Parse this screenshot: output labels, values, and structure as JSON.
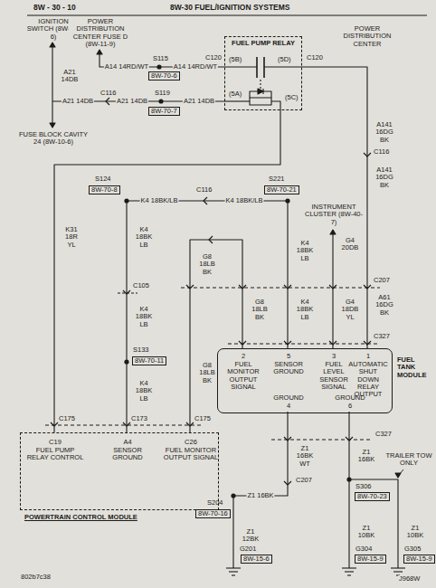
{
  "diagram": {
    "title": "8W-30 FUEL/IGNITION SYSTEMS",
    "nodes": [
      {
        "text": [
          "FUEL PUMP RELAY"
        ]
      },
      {
        "text": [
          "8W-70-6"
        ]
      },
      {
        "text": [
          "8W-70-7"
        ]
      },
      {
        "text": [
          "8W-70-8"
        ]
      },
      {
        "text": [
          "8W-70-21"
        ]
      },
      {
        "text": [
          "8W-70-11"
        ]
      },
      {
        "text": [
          "FUEL TANK MODULE",
          "2",
          "FUEL MONITOR OUTPUT SIGNAL",
          "5",
          "SENSOR GROUND",
          "3",
          "FUEL LEVEL SENSOR SIGNAL",
          "1",
          "AUTOMATIC SHUT DOWN RELAY OUTPUT",
          "GROUND",
          "4",
          "GROUND",
          "6"
        ]
      },
      {
        "text": [
          "POWERTRAIN CONTROL MODULE",
          "C19",
          "FUEL PUMP RELAY CONTROL",
          "A4",
          "SENSOR GROUND",
          "C26",
          "FUEL MONITOR OUTPUT SIGNAL"
        ]
      },
      {
        "text": [
          "8W-70-16"
        ]
      },
      {
        "text": [
          "8W-70-23"
        ]
      },
      {
        "text": [
          "8W-15-6"
        ]
      },
      {
        "text": [
          "8W-15-9"
        ]
      },
      {
        "text": [
          "8W-15-9"
        ]
      }
    ],
    "edges": [
      {
        "from": 0,
        "to": 7,
        "arrow": "none"
      },
      {
        "from": 0,
        "to": 6,
        "arrow": "none"
      },
      {
        "from": 6,
        "to": 7,
        "arrow": "none"
      },
      {
        "from": 6,
        "to": 7,
        "arrow": "none"
      }
    ],
    "labels": [
      "8W - 30 - 10",
      "IGNITION SWITCH (8W-10-6)",
      "POWER DISTRIBUTION CENTER FUSE D (8W-11-9)",
      "C120",
      "(5B)",
      "(5D)",
      "C120",
      "POWER DISTRIBUTION CENTER",
      "S115",
      "A14 14RD/WT",
      "A14 14RD/WT",
      "A21 14DB",
      "C116",
      "S119",
      "A21 14DB",
      "A21 14DB",
      "A21 14DB",
      "(5A)",
      "(5C)",
      "FUSE BLOCK CAVITY 24 (8W-10-6)",
      "A141 16DG BK",
      "C116",
      "A141 16DG BK",
      "S124",
      "C116",
      "K4 18BK/LB",
      "K4 18BK/LB",
      "S221",
      "INSTRUMENT CLUSTER (8W-40-7)",
      "K31 18R YL",
      "K4 18BK LB",
      "G8 18LB BK",
      "K4 18BK LB",
      "G4 20DB",
      "C105",
      "C207",
      "K4 18BK LB",
      "G8 18LB BK",
      "K4 18BK LB",
      "G4 18DB YL",
      "A61 16DG BK",
      "C327",
      "S133",
      "K4 18BK LB",
      "G8 18LB BK",
      "C175",
      "C173",
      "C175",
      "C327",
      "Z1 16BK WT",
      "Z1 16BK",
      "TRAILER TOW ONLY",
      "S306",
      "C207",
      "Z1 16BK",
      "S204",
      "Z1 12BK",
      "Z1 10BK",
      "Z1 10BK",
      "G201",
      "G304",
      "G305",
      "802b7c38",
      "J968W"
    ]
  }
}
